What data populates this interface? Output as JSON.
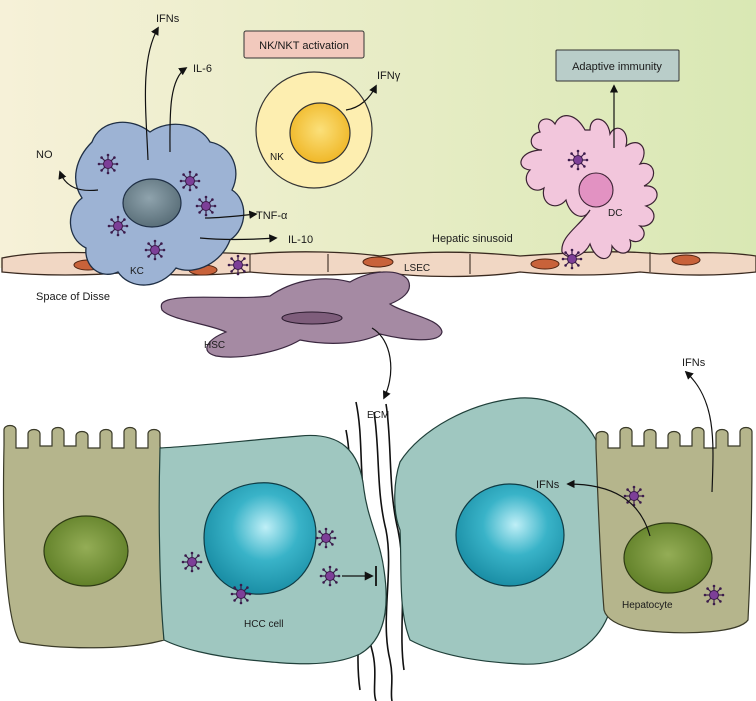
{
  "labels": {
    "ifns_top": "IFNs",
    "il6": "IL-6",
    "no": "NO",
    "tnf": "TNF-α",
    "il10": "IL-10",
    "kc": "KC",
    "nk_box": "NK/NKT activation",
    "ifng": "IFNγ",
    "nk": "NK",
    "adaptive": "Adaptive immunity",
    "dc": "DC",
    "hepatic_sinusoid": "Hepatic sinusoid",
    "lsec": "LSEC",
    "space_of_disse": "Space of Disse",
    "hsc": "HSC",
    "ecm": "ECM",
    "hcc_cell": "HCC cell",
    "ifns_right": "IFNs",
    "ifns_mid": "IFNs",
    "hepatocyte": "Hepatocyte"
  },
  "colors": {
    "background_top_left": "#f6f1d8",
    "background_top_right": "#dbe9b8",
    "kc_fill": "#9db3d4",
    "kc_nucleus": "#6f8590",
    "nk_outer": "#fdeeb0",
    "nk_inner": "#f4c33a",
    "nk_box_fill": "#f2c9bd",
    "adaptive_box_fill": "#b9cdc9",
    "dc_fill": "#f2c6dc",
    "dc_nucleus": "#e292c2",
    "endothelium": "#f1d7c4",
    "endothelium_nucleus": "#c8623a",
    "hsc_fill": "#a58aa3",
    "hepatocyte_fill": "#b5b58c",
    "hepatocyte_nucleus": "#6e8c31",
    "hcc_fill": "#9fc7c0",
    "hcc_nucleus": "#2aa2b8",
    "virus": "#7d3f98"
  }
}
